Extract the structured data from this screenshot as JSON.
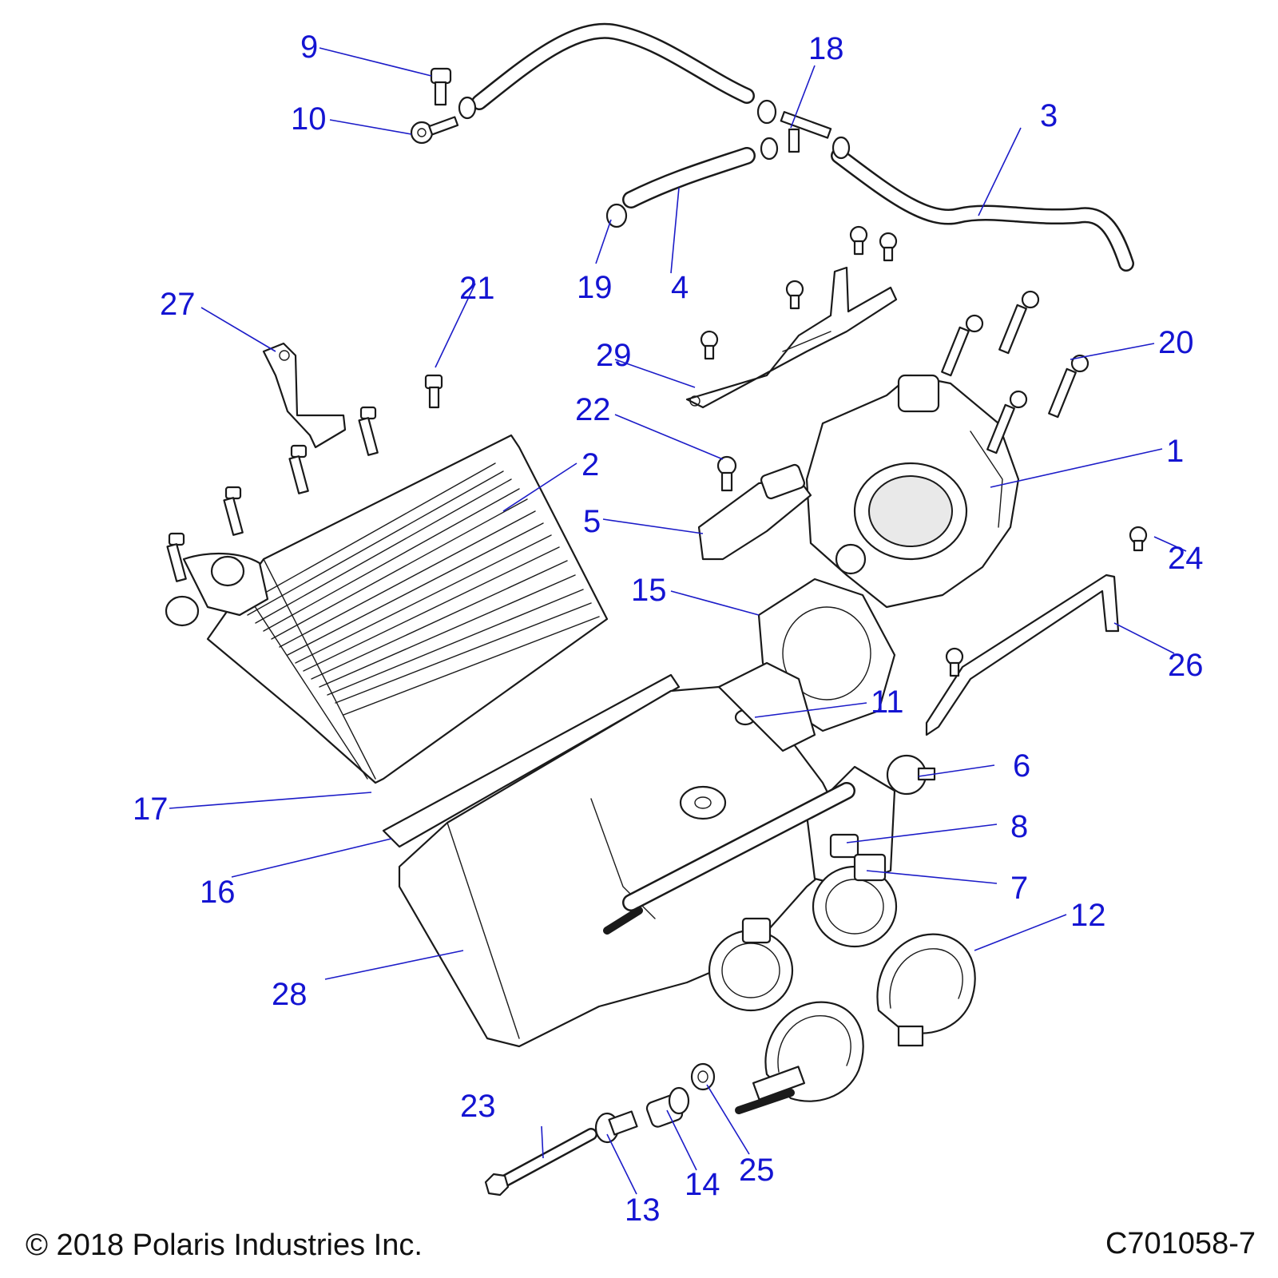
{
  "callouts": [
    {
      "id": "1",
      "label": "1"
    },
    {
      "id": "2",
      "label": "2"
    },
    {
      "id": "3",
      "label": "3"
    },
    {
      "id": "4",
      "label": "4"
    },
    {
      "id": "5",
      "label": "5"
    },
    {
      "id": "6",
      "label": "6"
    },
    {
      "id": "7",
      "label": "7"
    },
    {
      "id": "8",
      "label": "8"
    },
    {
      "id": "9",
      "label": "9"
    },
    {
      "id": "10",
      "label": "10"
    },
    {
      "id": "11",
      "label": "11"
    },
    {
      "id": "12",
      "label": "12"
    },
    {
      "id": "13",
      "label": "13"
    },
    {
      "id": "14",
      "label": "14"
    },
    {
      "id": "15",
      "label": "15"
    },
    {
      "id": "16",
      "label": "16"
    },
    {
      "id": "17",
      "label": "17"
    },
    {
      "id": "18",
      "label": "18"
    },
    {
      "id": "19",
      "label": "19"
    },
    {
      "id": "20",
      "label": "20"
    },
    {
      "id": "21",
      "label": "21"
    },
    {
      "id": "22",
      "label": "22"
    },
    {
      "id": "23",
      "label": "23"
    },
    {
      "id": "24",
      "label": "24"
    },
    {
      "id": "25",
      "label": "25"
    },
    {
      "id": "26",
      "label": "26"
    },
    {
      "id": "27",
      "label": "27"
    },
    {
      "id": "28",
      "label": "28"
    },
    {
      "id": "29",
      "label": "29"
    }
  ],
  "footer": {
    "copyright": "© 2018 Polaris Industries Inc.",
    "drawing_number": "C701058-7"
  },
  "colors": {
    "callout_text": "#1414d2",
    "leader_line": "#1c1cc8",
    "part_outline": "#1a1a1a",
    "background": "#ffffff"
  }
}
